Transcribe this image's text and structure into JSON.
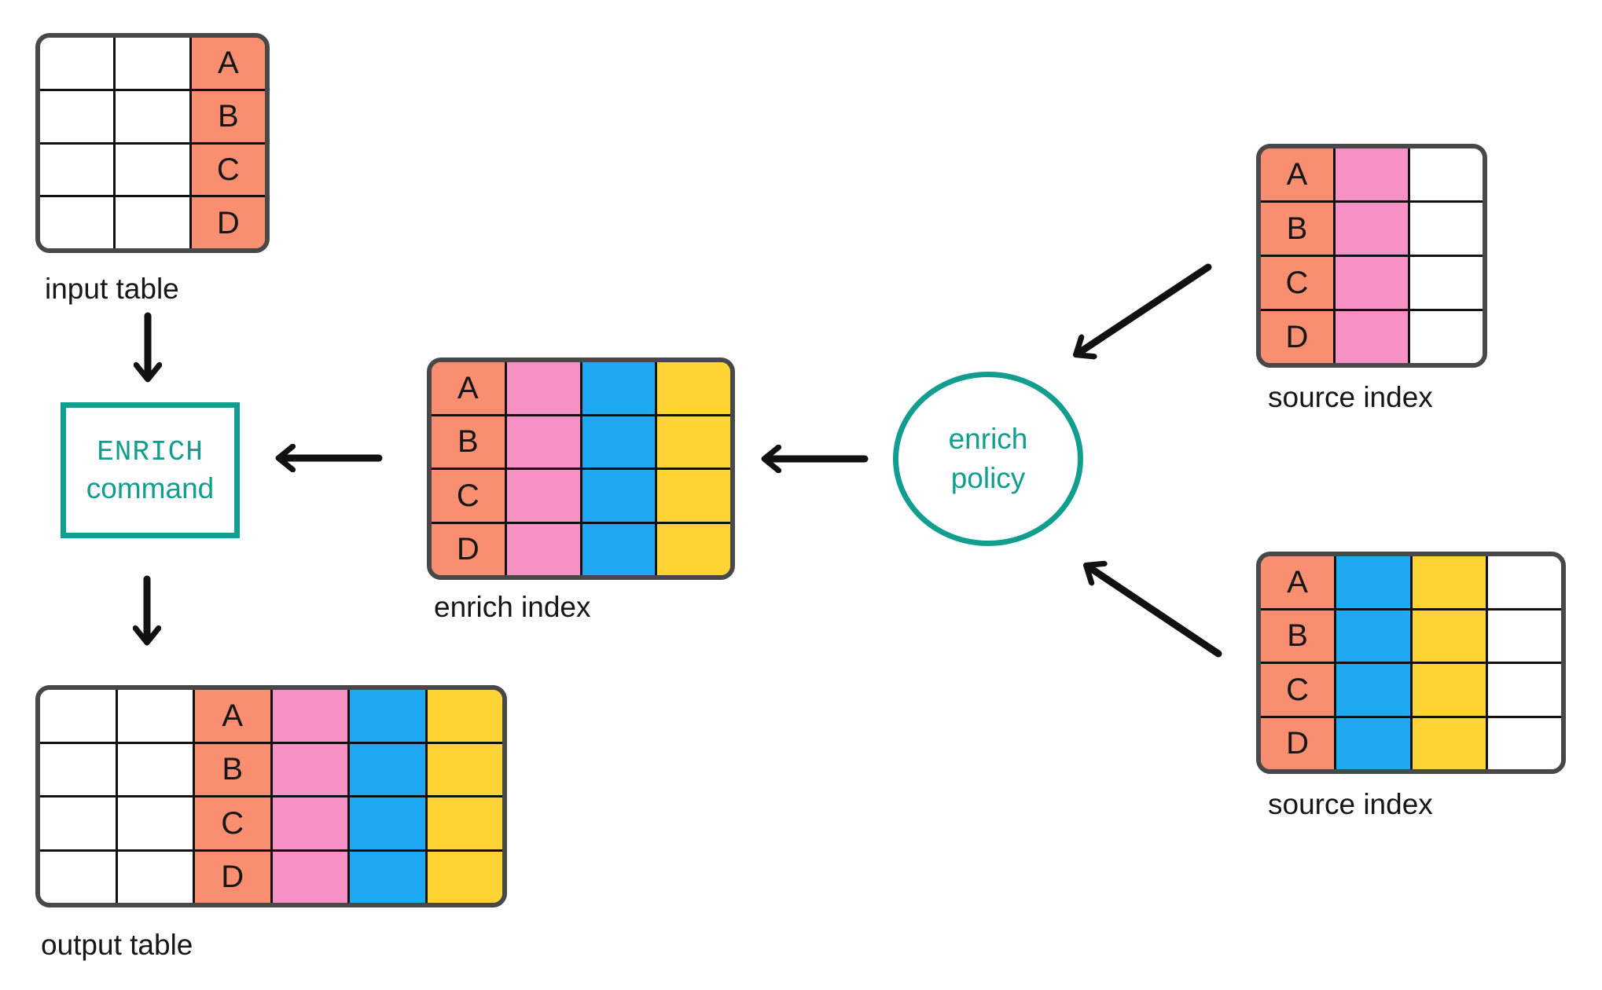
{
  "colors": {
    "salmon": "#FA8E71",
    "pink": "#F791C5",
    "blue": "#1FA9F2",
    "yellow": "#FFD434",
    "white": "#FFFFFF",
    "teal": "#129E8F",
    "table_border": "#484848",
    "grid_line": "#111111",
    "arrow": "#111111",
    "text": "#161616"
  },
  "nodes": {
    "input_table": {
      "label": "input table",
      "row_letters": [
        "A",
        "B",
        "C",
        "D"
      ],
      "columns": [
        {
          "color": "white",
          "lettered": false
        },
        {
          "color": "white",
          "lettered": false
        },
        {
          "color": "salmon",
          "lettered": true
        }
      ]
    },
    "enrich_command": {
      "line1": "ENRICH",
      "line2": "command"
    },
    "enrich_index": {
      "label": "enrich index",
      "row_letters": [
        "A",
        "B",
        "C",
        "D"
      ],
      "columns": [
        {
          "color": "salmon",
          "lettered": true
        },
        {
          "color": "pink",
          "lettered": false
        },
        {
          "color": "blue",
          "lettered": false
        },
        {
          "color": "yellow",
          "lettered": false
        }
      ]
    },
    "enrich_policy": {
      "line1": "enrich",
      "line2": "policy"
    },
    "source_index_top": {
      "label": "source index",
      "row_letters": [
        "A",
        "B",
        "C",
        "D"
      ],
      "columns": [
        {
          "color": "salmon",
          "lettered": true
        },
        {
          "color": "pink",
          "lettered": false
        },
        {
          "color": "white",
          "lettered": false
        }
      ]
    },
    "source_index_bottom": {
      "label": "source index",
      "row_letters": [
        "A",
        "B",
        "C",
        "D"
      ],
      "columns": [
        {
          "color": "salmon",
          "lettered": true
        },
        {
          "color": "blue",
          "lettered": false
        },
        {
          "color": "yellow",
          "lettered": false
        },
        {
          "color": "white",
          "lettered": false
        }
      ]
    },
    "output_table": {
      "label": "output table",
      "row_letters": [
        "A",
        "B",
        "C",
        "D"
      ],
      "columns": [
        {
          "color": "white",
          "lettered": false
        },
        {
          "color": "white",
          "lettered": false
        },
        {
          "color": "salmon",
          "lettered": true
        },
        {
          "color": "pink",
          "lettered": false
        },
        {
          "color": "blue",
          "lettered": false
        },
        {
          "color": "yellow",
          "lettered": false
        }
      ]
    }
  },
  "arrows": [
    {
      "from": "input table",
      "to": "ENRICH command"
    },
    {
      "from": "enrich index",
      "to": "ENRICH command"
    },
    {
      "from": "enrich policy",
      "to": "enrich index"
    },
    {
      "from": "source index (top)",
      "to": "enrich policy"
    },
    {
      "from": "source index (bottom)",
      "to": "enrich policy"
    },
    {
      "from": "ENRICH command",
      "to": "output table"
    }
  ]
}
